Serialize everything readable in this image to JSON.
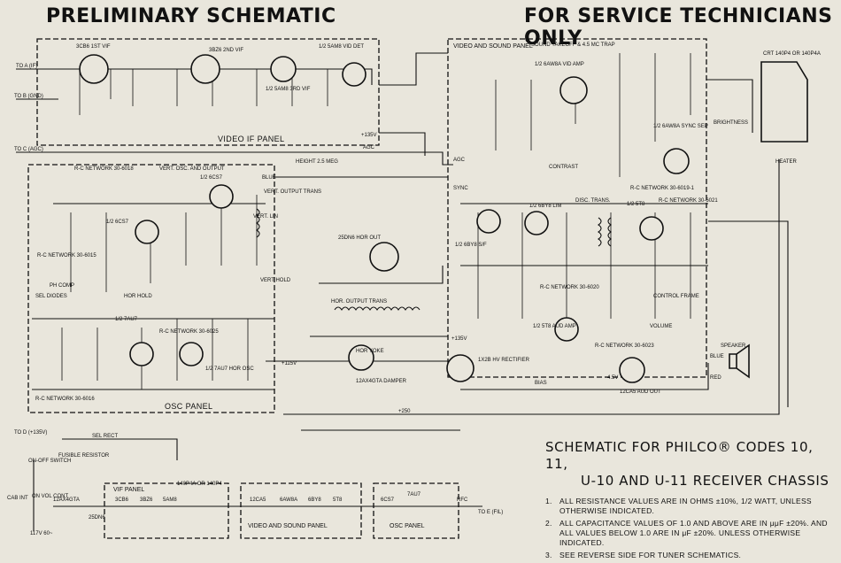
{
  "header": {
    "left": "PRELIMINARY SCHEMATIC",
    "right": "FOR SERVICE TECHNICIANS ONLY"
  },
  "panels": {
    "video_if": "VIDEO IF PANEL",
    "video_sound": "VIDEO AND SOUND PANEL",
    "osc": "OSC PANEL",
    "vif_small": "VIF PANEL",
    "vs_small": "VIDEO AND SOUND PANEL",
    "osc_small": "OSC PANEL"
  },
  "tubes": {
    "ist_vif": "3CB6 1ST VIF",
    "2nd_vif": "3BZ6 2ND VIF",
    "3rd_vif": "1/2 5AM8 3RD VIF",
    "vid_det": "1/2 5AM8 VID DET",
    "vid_amp": "1/2 6AW8A VID AMP",
    "sync_sep": "1/2 6AW8A SYNC SEP",
    "vert_osc": "1/2 6CS7",
    "vert_out": "1/2 6CS7",
    "hor_out": "25DN6 HOR OUT",
    "sync_if": "1/2 6BY8 S/F",
    "lim": "1/2 6BY8 LIM",
    "disc": "1/2 5T8",
    "aud_amp": "1/2 5T8 AUD AMP",
    "aud_out": "12CA5 AUD OUT",
    "hv_rect": "1X2B HV RECTIFIER",
    "damper": "12AX4GTA DAMPER",
    "hor_osc": "1/2 7AU7 HOR OSC",
    "sync_7au7": "1/2 7AU7",
    "crt": "CRT 140P4 OR 140P4A"
  },
  "labels": {
    "sound_takeoff": "SOUND TAKEOFF & 4.5 MC TRAP",
    "vert_osc_output": "VERT. OSC. AND OUTPUT",
    "rc_network_6018": "R-C NETWORK 30-6018",
    "rc_network_6015": "R-C NETWORK 30-6015",
    "rc_network_6016": "R-C NETWORK 30-6016",
    "rc_network_6025": "R-C NETWORK 30-6025",
    "rc_network_6019": "R-C NETWORK 30-6019-1",
    "rc_network_6021": "R-C NETWORK 30-6021",
    "rc_network_6020": "R-C NETWORK 30-6020",
    "rc_network_6023": "R-C NETWORK 30-6023",
    "hor_output_trans": "HOR. OUTPUT TRANS",
    "hor_yoke": "HOR YOKE",
    "vert_output_trans": "VERT. OUTPUT TRANS",
    "vert_lin": "VERT. LIN",
    "vert_hold": "VERT HOLD",
    "height": "HEIGHT 2.5 MEG",
    "contrast": "CONTRAST",
    "brightness": "BRIGHTNESS",
    "volume": "VOLUME",
    "control_frame": "CONTROL FRAME",
    "speaker": "SPEAKER",
    "heater": "HEATER",
    "ph_comp": "PH COMP",
    "sel_diodes": "SEL DIODES",
    "hor_hold": "HOR HOLD",
    "disc_trans": "DISC. TRANS.",
    "fusible_resistor": "FUSIBLE RESISTOR",
    "on_off_switch": "ON-OFF SWITCH",
    "agc": "AGC",
    "sync": "SYNC",
    "bias": "BIAS",
    "blue": "BLUE",
    "red": "RED",
    "to_a": "TO A (IF)",
    "to_b": "TO B (GND)",
    "to_c": "TO C (AGC)",
    "to_d": "TO D (+135V)",
    "to_e": "TO E (FIL)",
    "cab_int": "CAB INT",
    "line_v": "117V 60~",
    "plus_135": "+135V",
    "plus_115": "+115V",
    "plus_250": "+250",
    "plus_135b": "+135V",
    "minus_45": "-4.5V",
    "sel_rect": "SEL RECT",
    "on_vol_cont": "ON VOL CONT"
  },
  "filament_string": [
    "12AX4GTA",
    "25DN6",
    "3CB6",
    "3BZ6",
    "5AM8",
    "140P4A OR 140P4",
    "12CA5",
    "6AW8A",
    "6BY8",
    "5T8",
    "6CS7",
    "7AU7",
    "RFC"
  ],
  "title_block": {
    "line1": "SCHEMATIC FOR PHILCO® CODES 10, 11,",
    "line2": "U-10 AND U-11 RECEIVER CHASSIS",
    "notes": [
      {
        "num": "1.",
        "text": "ALL RESISTANCE VALUES ARE IN OHMS ±10%, 1/2 WATT, UNLESS OTHERWISE INDICATED."
      },
      {
        "num": "2.",
        "text": "ALL CAPACITANCE VALUES OF 1.0 AND ABOVE ARE IN μμF ±20%. AND ALL VALUES BELOW 1.0 ARE IN μF ±20%. UNLESS OTHERWISE INDICATED."
      },
      {
        "num": "3.",
        "text": "SEE REVERSE SIDE FOR TUNER SCHEMATICS."
      }
    ]
  }
}
